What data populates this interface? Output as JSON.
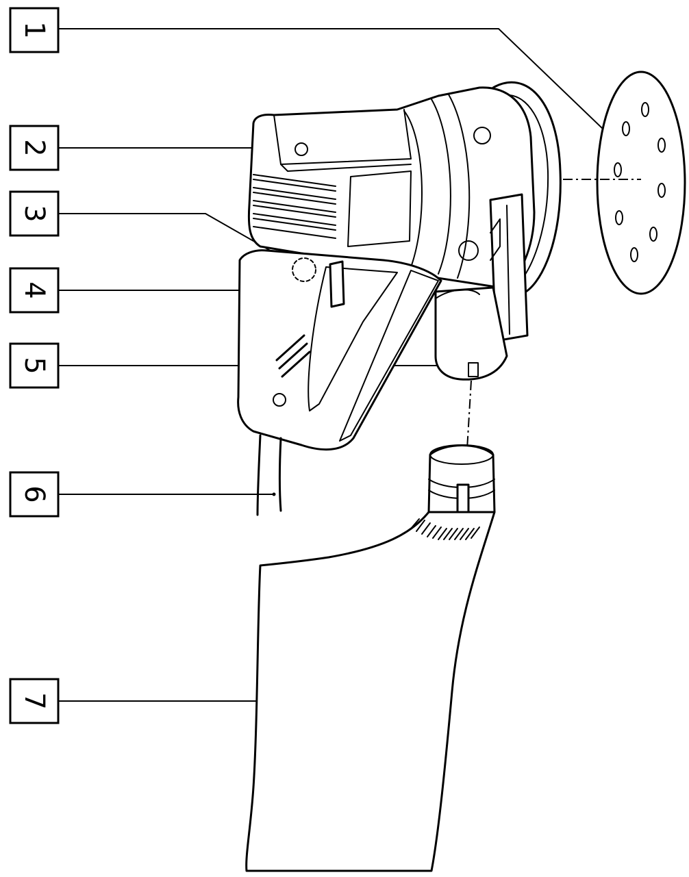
{
  "diagram": {
    "callouts": [
      {
        "id": "1",
        "label": "1",
        "part_icon": "sanding-disc-icon"
      },
      {
        "id": "2",
        "label": "2",
        "part_icon": "motor-housing-icon"
      },
      {
        "id": "3",
        "label": "3",
        "part_icon": "switch-lock-icon"
      },
      {
        "id": "4",
        "label": "4",
        "part_icon": "on-off-switch-icon"
      },
      {
        "id": "5",
        "label": "5",
        "part_icon": "dust-outlet-icon"
      },
      {
        "id": "6",
        "label": "6",
        "part_icon": "power-cord-icon"
      },
      {
        "id": "7",
        "label": "7",
        "part_icon": "dust-bag-icon"
      }
    ],
    "line_color": "#000000",
    "background_color": "#ffffff"
  }
}
